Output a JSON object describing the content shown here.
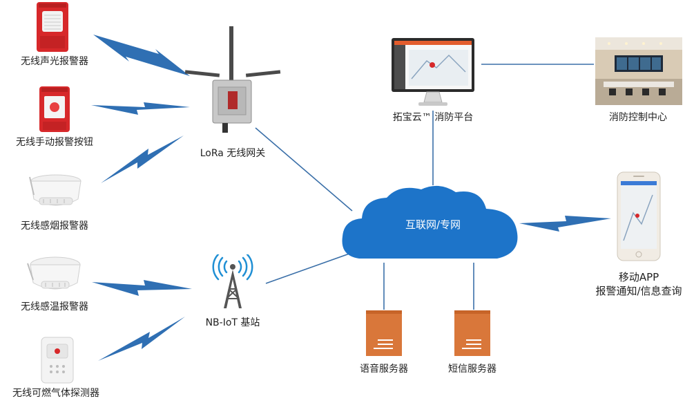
{
  "sensors": [
    {
      "label": "无线声光报警器",
      "icon": "strobe-alarm-icon"
    },
    {
      "label": "无线手动报警按钮",
      "icon": "manual-call-point-icon"
    },
    {
      "label": "无线感烟报警器",
      "icon": "smoke-detector-icon"
    },
    {
      "label": "无线感温报警器",
      "icon": "heat-detector-icon"
    },
    {
      "label": "无线可燃气体探测器",
      "icon": "gas-detector-icon"
    }
  ],
  "gateway": {
    "label": "LoRa 无线网关",
    "icon": "lora-gateway-icon"
  },
  "base_station": {
    "label": "NB-IoT 基站",
    "icon": "nb-iot-tower-icon"
  },
  "cloud": {
    "label": "互联网/专网",
    "icon": "cloud-icon"
  },
  "platform": {
    "label": "拓宝云™ 消防平台",
    "icon": "monitor-icon"
  },
  "control_center": {
    "label": "消防控制中心",
    "icon": "control-room-photo"
  },
  "mobile_app": {
    "line1": "移动APP",
    "line2": "报警通知/信息查询",
    "icon": "smartphone-icon"
  },
  "servers": [
    {
      "label": "语音服务器",
      "icon": "server-icon"
    },
    {
      "label": "短信服务器",
      "icon": "server-icon"
    }
  ],
  "colors": {
    "wireless": "#2f6fb3",
    "link_line": "#3a6fa8",
    "cloud": "#1d74c9",
    "server": "#d9773a",
    "alarm_red": "#d7282a"
  }
}
